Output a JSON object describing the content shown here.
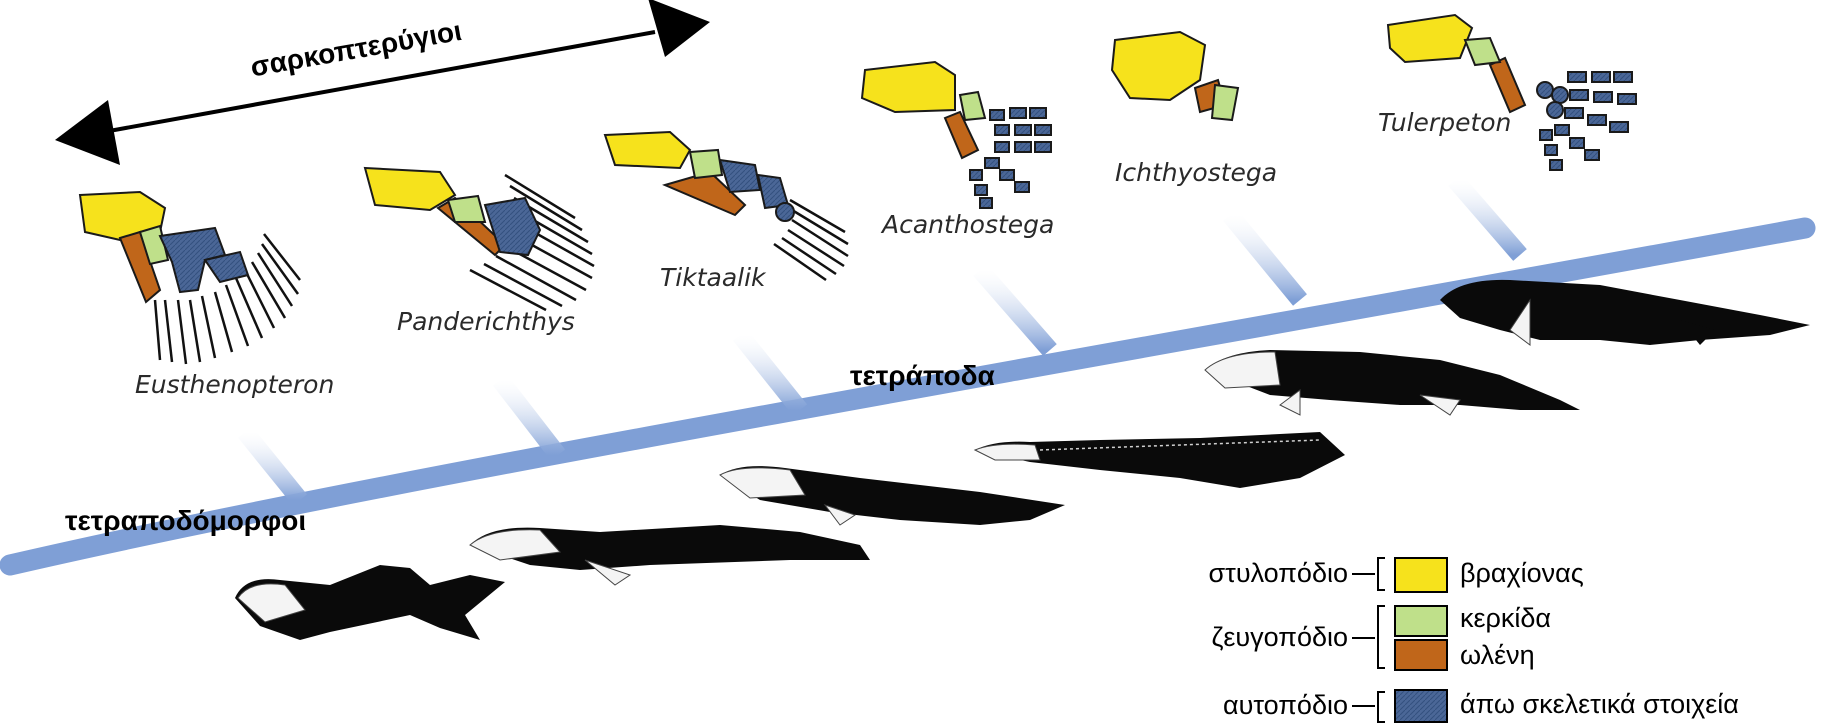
{
  "clade_labels": {
    "sarcopterygii": "σαρκοπτερύγιοι",
    "tetrapodomorphs": "τετραποδόμορφοι",
    "tetrapods": "τετράποδα"
  },
  "taxa": [
    {
      "name": "Eusthenopteron"
    },
    {
      "name": "Panderichthys"
    },
    {
      "name": "Tiktaalik"
    },
    {
      "name": "Acanthostega"
    },
    {
      "name": "Ichthyostega"
    },
    {
      "name": "Tulerpeton"
    }
  ],
  "legend": {
    "regions": [
      {
        "term": "στυλοπόδιο"
      },
      {
        "term": "ζευγοπόδιο"
      },
      {
        "term": "αυτοπόδιο"
      }
    ],
    "items": [
      {
        "label": "βραχίονας",
        "color": "#f6e21c"
      },
      {
        "label": "κερκίδα",
        "color": "#bfe08a"
      },
      {
        "label": "ωλένη",
        "color": "#c0661a"
      },
      {
        "label": "άπω σκελετικά στοιχεία",
        "color": "#4b6797"
      }
    ]
  },
  "colors": {
    "tree_branch": "#7f9fd6",
    "humerus": "#f6e21c",
    "radius": "#bfe08a",
    "ulna": "#c0661a",
    "distal": "#4b6797",
    "silhouette": "#0a0a0a"
  }
}
